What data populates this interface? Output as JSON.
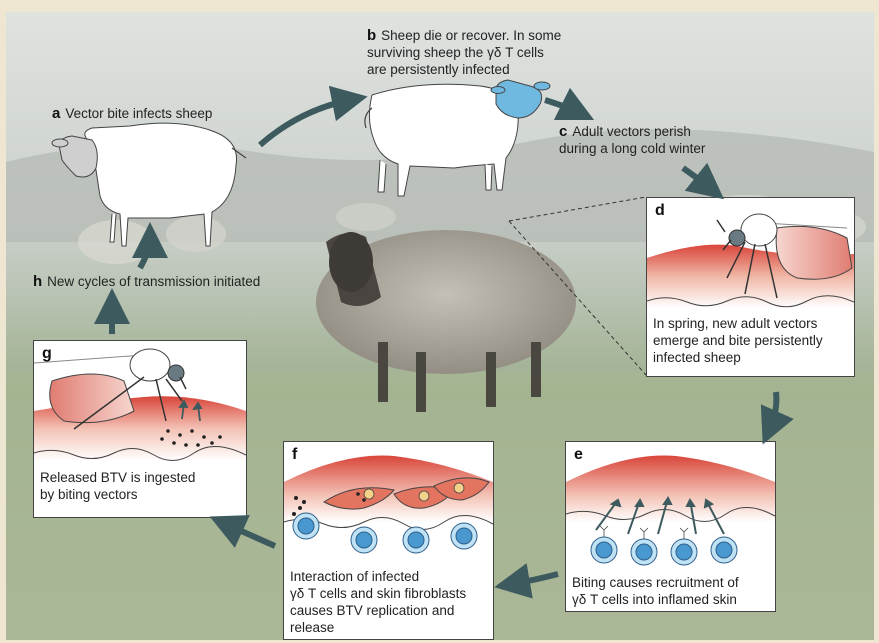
{
  "steps": {
    "a": {
      "letter": "a",
      "text": "Vector bite infects sheep"
    },
    "b": {
      "letter": "b",
      "line1": "Sheep die or recover. In some",
      "line2": "surviving sheep the γδ T cells",
      "line3": "are persistently infected"
    },
    "c": {
      "letter": "c",
      "line1": "Adult vectors perish",
      "line2": "during a long cold winter"
    },
    "d": {
      "letter": "d",
      "line1": "In spring, new adult vectors",
      "line2": "emerge and bite persistently",
      "line3": "infected sheep"
    },
    "e": {
      "letter": "e",
      "line1": "Biting causes recruitment of",
      "line2": "γδ T cells into inflamed skin"
    },
    "f": {
      "letter": "f",
      "line1": "Interaction of infected",
      "line2": "γδ T cells and skin fibroblasts",
      "line3": "causes BTV replication and",
      "line4": "release"
    },
    "g": {
      "letter": "g",
      "line1": "Released BTV is ingested",
      "line2": "by biting vectors"
    },
    "h": {
      "letter": "h",
      "text": "New cycles of transmission initiated"
    }
  },
  "colors": {
    "arrow": "#3d5a5e",
    "skin": "#d9453a",
    "cell_blue": "#4a98d0",
    "infected_head": "#6fb8e0",
    "background": "#efe6d2"
  }
}
